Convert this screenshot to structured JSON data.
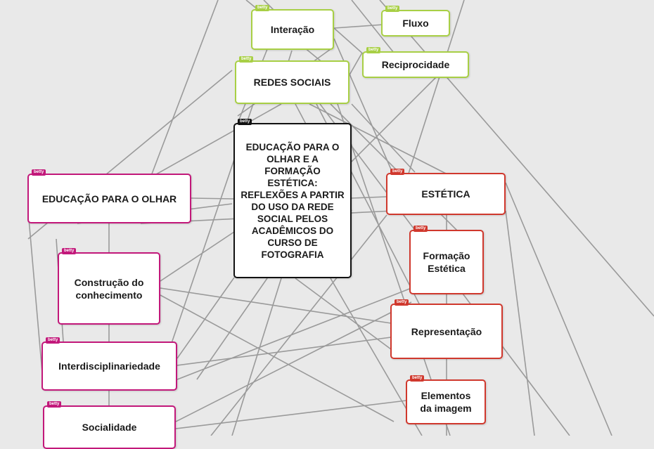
{
  "node_tag": "betty",
  "colors": {
    "background": "#e9e9e9",
    "edge": "#9a9a9a",
    "green": "#a8cf45",
    "magenta": "#c2187a",
    "red": "#d0382d",
    "central": "#111111"
  },
  "nodes": {
    "central": "EDUCAÇÃO PARA O\nOLHAR E A\nFORMAÇÃO\nESTÉTICA:\nREFLEXÕES A PARTIR\nDO USO DA REDE\nSOCIAL PELOS\nACADÊMICOS DO\nCURSO DE\nFOTOGRAFIA",
    "interacao": "Interação",
    "fluxo": "Fluxo",
    "reciprocidade": "Reciprocidade",
    "redes_sociais": "REDES SOCIAIS",
    "educacao_olhar": "EDUCAÇÃO PARA O OLHAR",
    "construcao": "Construção do\nconhecimento",
    "interdisciplinariedade": "Interdisciplinariedade",
    "socialidade": "Socialidade",
    "estetica": "ESTÉTICA",
    "formacao_estetica": "Formação\nEstética",
    "representacao": "Representação",
    "elementos": "Elementos\nda imagem"
  }
}
